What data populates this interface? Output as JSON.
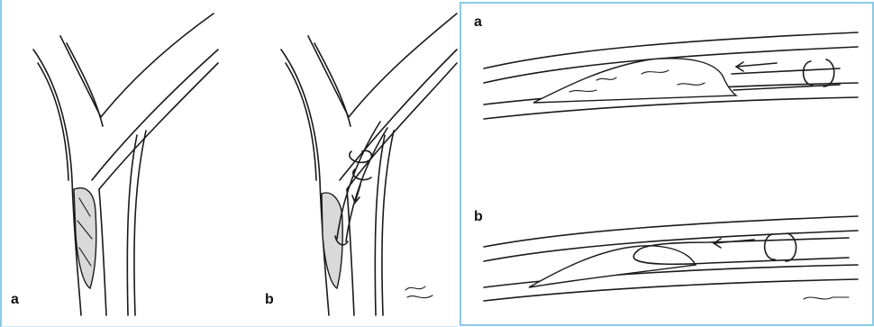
{
  "left_figure": {
    "panel_a_label": "a",
    "panel_b_label": "b"
  },
  "right_figure": {
    "panel_a_label": "a",
    "panel_b_label": "b"
  }
}
